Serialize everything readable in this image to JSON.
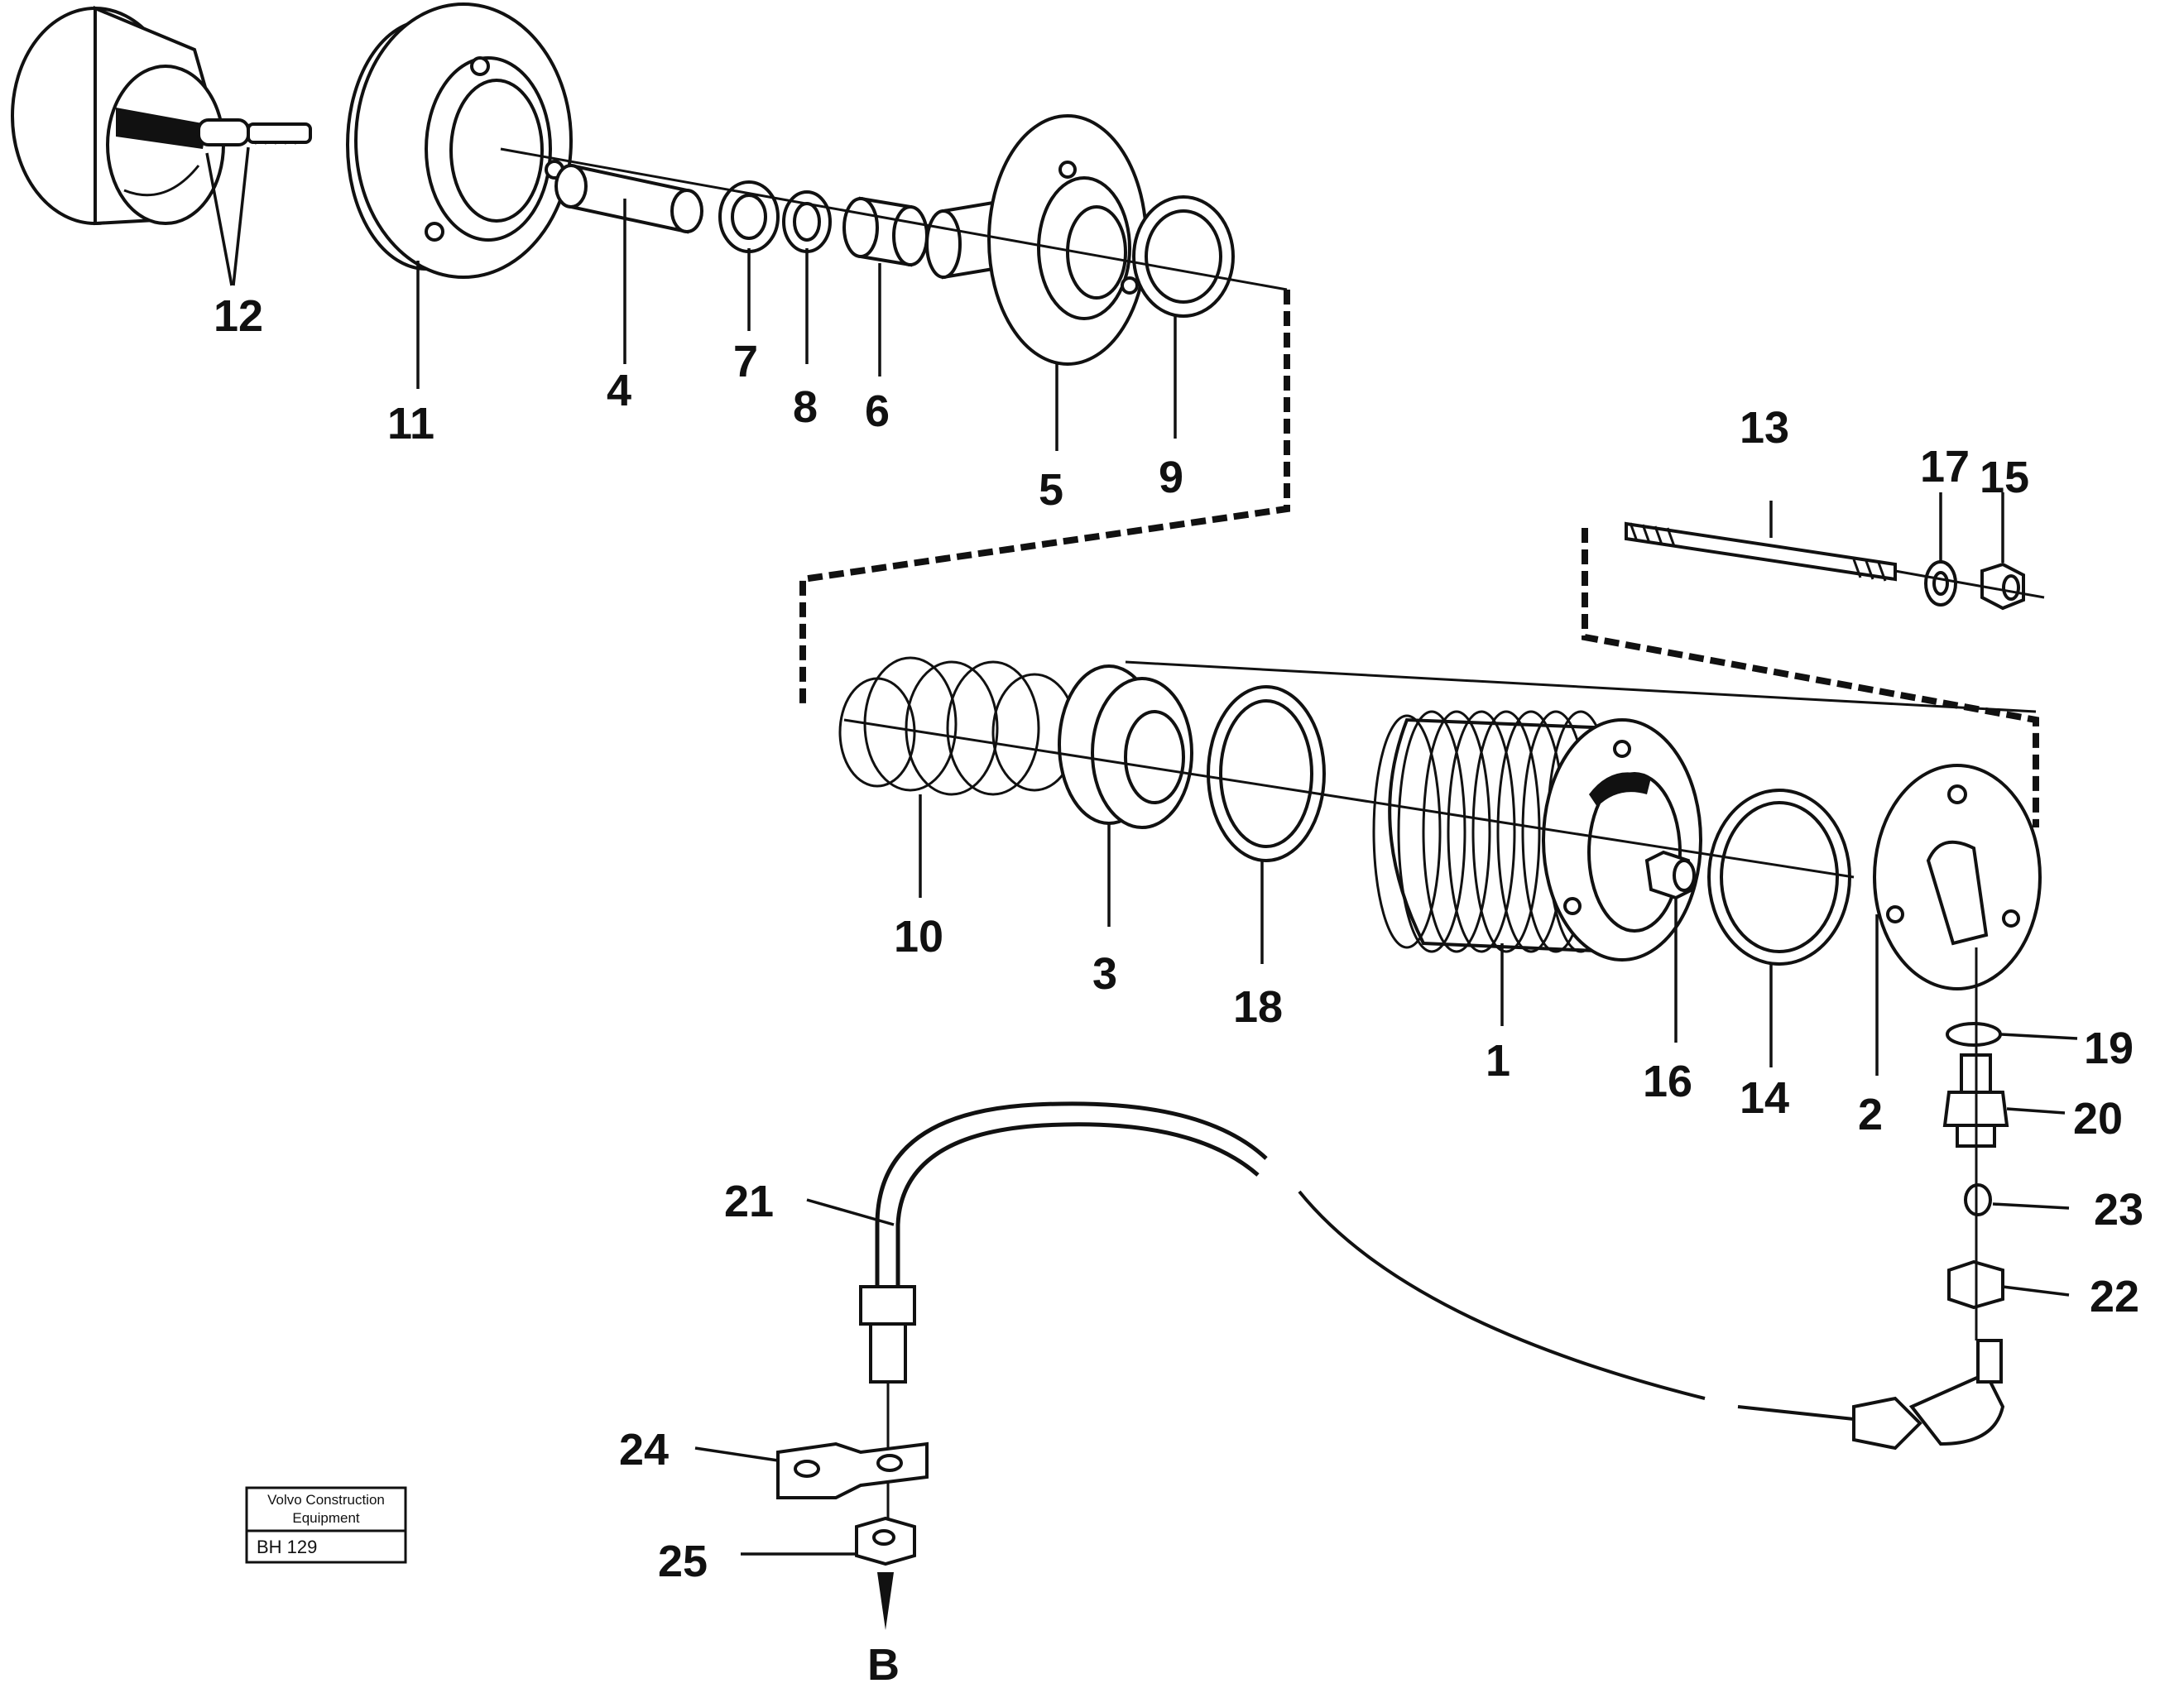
{
  "labels": {
    "p1": "1",
    "p2": "2",
    "p3": "3",
    "p4": "4",
    "p5": "5",
    "p6": "6",
    "p7": "7",
    "p8": "8",
    "p9": "9",
    "p10": "10",
    "p11": "11",
    "p12": "12",
    "p13": "13",
    "p14": "14",
    "p15": "15",
    "p16": "16",
    "p17": "17",
    "p18": "18",
    "p19": "19",
    "p20": "20",
    "p21": "21",
    "p22": "22",
    "p23": "23",
    "p24": "24",
    "p25": "25",
    "view_b": "B"
  },
  "stamp": {
    "line1": "Volvo Construction",
    "line2": "Equipment",
    "code": "BH 129"
  }
}
